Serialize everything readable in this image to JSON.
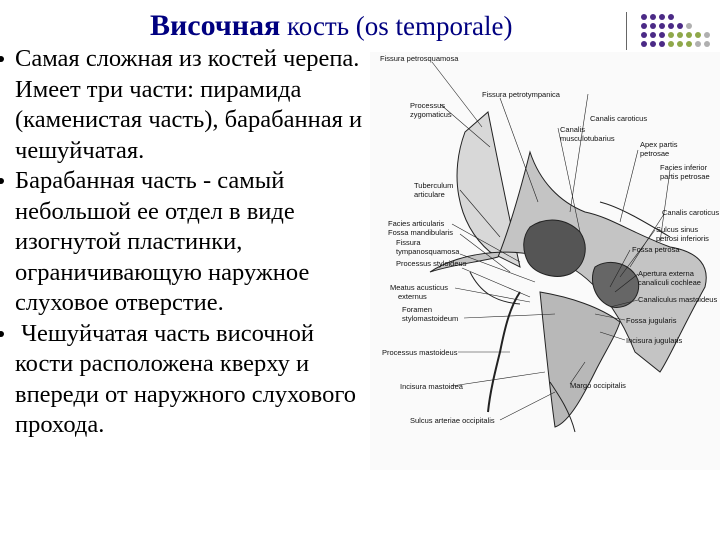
{
  "title": {
    "main": "Височная",
    "rest": "кость (os temporale)"
  },
  "bullets": [
    "Самая сложная из костей черепа. Имеет три части: пирамида (каменистая часть), барабанная и чешуйчатая.",
    "Барабанная часть - самый небольшой ее отдел в виде изогнутой пластинки, ограничивающую наружное слуховое отверстие.",
    " Чешуйчатая часть височной кости расположена кверху и впереди от наружного слухового прохода."
  ],
  "figure_labels": {
    "fissura_petrosquamosa": "Fissura petrosquamosa",
    "fissura_petrotympanica": "Fissura petrotympanica",
    "processus_zygomaticus_1": "Processus",
    "processus_zygomaticus_2": "zygomaticus",
    "canalis_caroticus_top": "Canalis caroticus",
    "canalis_musculotubarius_1": "Canalis",
    "canalis_musculotubarius_2": "musculotubarius",
    "apex_partis_petrosae_1": "Apex partis",
    "apex_partis_petrosae_2": "petrosae",
    "facies_inferior_1": "Facies inferior",
    "facies_inferior_2": "partis petrosae",
    "tuberculum_articulare_1": "Tuberculum",
    "tuberculum_articulare_2": "articulare",
    "facies_articularis": "Facies articularis",
    "fossa_mandibularis": "Fossa mandibularis",
    "fissura_tympanosquamosa_1": "Fissura",
    "fissura_tympanosquamosa_2": "tympanosquamosa",
    "processus_styloideus": "Processus styloideus",
    "canalis_caroticus_right": "Canalis caroticus",
    "sulcus_sinus_1": "Sulcus sinus",
    "sulcus_sinus_2": "petrosi inferioris",
    "fossa_petrosa": "Fossa petrosa",
    "apertura_externa_1": "Apertura externa",
    "apertura_externa_2": "canaliculi cochleae",
    "canaliculus_mastoideus": "Canaliculus mastoideus",
    "meatus_acusticus_1": "Meatus acusticus",
    "meatus_acusticus_2": "externus",
    "foramen_stylomastoideum_1": "Foramen",
    "foramen_stylomastoideum_2": "stylomastoideum",
    "fossa_jugularis": "Fossa jugularis",
    "incisura_jugularis": "Incisura jugularis",
    "processus_mastoideus": "Processus mastoideus",
    "incisura_mastoidea": "Incisura mastoidea",
    "margo_occipitalis": "Margo occipitalis",
    "sulcus_arteriae_occipitalis": "Sulcus arteriae occipitalis"
  },
  "colors": {
    "title": "#000080",
    "dot_purple": "#4b2a86",
    "dot_green": "#8fa84a",
    "dot_grey": "#b0b0b0"
  }
}
